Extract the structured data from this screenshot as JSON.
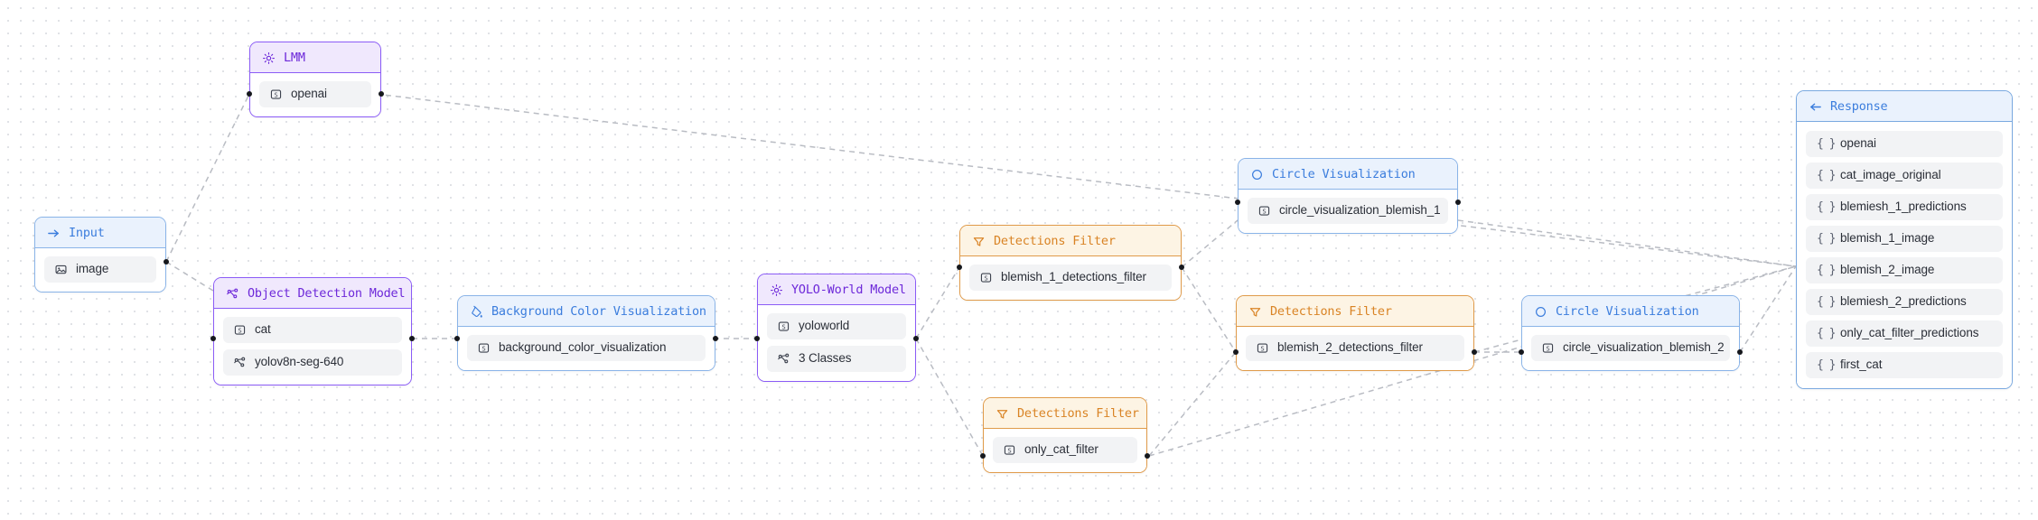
{
  "canvas": {
    "background": "#ffffff",
    "dot_color": "#d6d8dd"
  },
  "colors": {
    "blue_border": "#8ab4e8",
    "blue_header_bg": "#eaf2fd",
    "blue_text": "#3b7ddd",
    "purple_border": "#8b5cf6",
    "purple_header_bg": "#f0e8fd",
    "purple_text": "#6d28d9",
    "orange_border": "#e09b4a",
    "orange_header_bg": "#fdf4e4",
    "orange_text": "#d98324",
    "field_bg": "#f2f3f5",
    "field_text": "#2b2f38",
    "edge": "#b9bcc3"
  },
  "nodes": {
    "input": {
      "title": "Input",
      "icon": "arrow-right-icon",
      "fields": [
        {
          "label": "image",
          "icon": "image-icon"
        }
      ]
    },
    "lmm": {
      "title": "LMM",
      "icon": "gear-icon",
      "fields": [
        {
          "label": "openai",
          "icon": "string-icon"
        }
      ]
    },
    "object_detection_model": {
      "title": "Object Detection Model",
      "icon": "model-graph-icon",
      "fields": [
        {
          "label": "cat",
          "icon": "string-icon"
        },
        {
          "label": "yolov8n-seg-640",
          "icon": "model-graph-icon"
        }
      ]
    },
    "background_color_visualization": {
      "title": "Background Color Visualization",
      "icon": "paint-bucket-icon",
      "fields": [
        {
          "label": "background_color_visualization",
          "icon": "string-icon"
        }
      ]
    },
    "yolo_world_model": {
      "title": "YOLO-World Model",
      "icon": "gear-icon",
      "fields": [
        {
          "label": "yoloworld",
          "icon": "string-icon"
        },
        {
          "label": "3 Classes",
          "icon": "model-graph-icon"
        }
      ]
    },
    "detections_filter_1": {
      "title": "Detections Filter",
      "icon": "funnel-icon",
      "fields": [
        {
          "label": "blemish_1_detections_filter",
          "icon": "string-icon"
        }
      ]
    },
    "detections_filter_2": {
      "title": "Detections Filter",
      "icon": "funnel-icon",
      "fields": [
        {
          "label": "blemish_2_detections_filter",
          "icon": "string-icon"
        }
      ]
    },
    "detections_filter_3": {
      "title": "Detections Filter",
      "icon": "funnel-icon",
      "fields": [
        {
          "label": "only_cat_filter",
          "icon": "string-icon"
        }
      ]
    },
    "circle_visualization_1": {
      "title": "Circle Visualization",
      "icon": "circle-icon",
      "fields": [
        {
          "label": "circle_visualization_blemish_1",
          "icon": "string-icon"
        }
      ]
    },
    "circle_visualization_2": {
      "title": "Circle Visualization",
      "icon": "circle-icon",
      "fields": [
        {
          "label": "circle_visualization_blemish_2",
          "icon": "string-icon"
        }
      ]
    },
    "response": {
      "title": "Response",
      "icon": "arrow-left-icon",
      "fields": [
        {
          "label": "openai",
          "icon": "braces-icon"
        },
        {
          "label": "cat_image_original",
          "icon": "braces-icon"
        },
        {
          "label": "blemiesh_1_predictions",
          "icon": "braces-icon"
        },
        {
          "label": "blemish_1_image",
          "icon": "braces-icon"
        },
        {
          "label": "blemish_2_image",
          "icon": "braces-icon"
        },
        {
          "label": "blemiesh_2_predictions",
          "icon": "braces-icon"
        },
        {
          "label": "only_cat_filter_predictions",
          "icon": "braces-icon"
        },
        {
          "label": "first_cat",
          "icon": "braces-icon"
        }
      ]
    }
  }
}
